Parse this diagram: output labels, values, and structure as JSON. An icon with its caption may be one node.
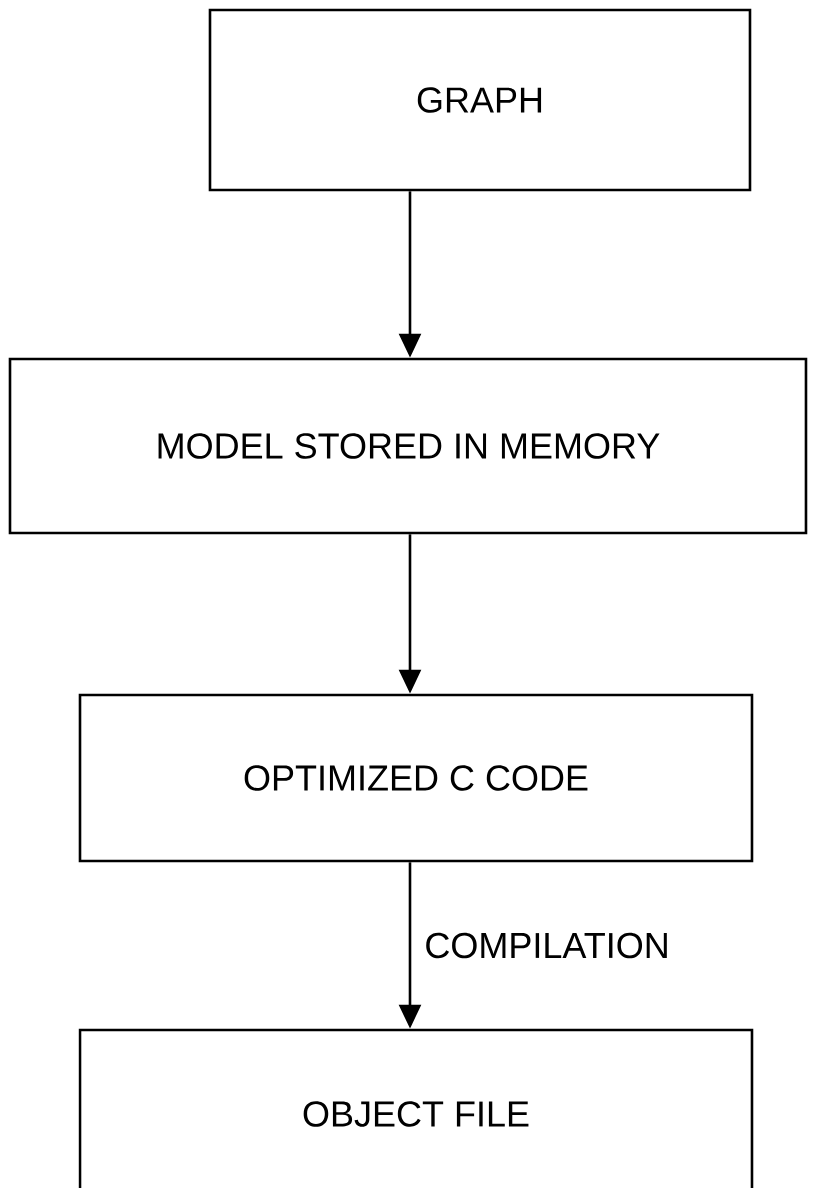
{
  "diagram": {
    "nodes": [
      {
        "text": [
          "GRAPH"
        ]
      },
      {
        "text": [
          "MODEL STORED IN MEMORY"
        ]
      },
      {
        "text": [
          "OPTIMIZED C CODE"
        ]
      },
      {
        "text": [
          "OBJECT FILE"
        ]
      }
    ],
    "edges": [
      {
        "from": 0,
        "to": 1,
        "arrow": "to"
      },
      {
        "from": 1,
        "to": 2,
        "arrow": "to"
      },
      {
        "from": 2,
        "to": 3,
        "arrow": "to",
        "label": "COMPILATION"
      }
    ]
  }
}
